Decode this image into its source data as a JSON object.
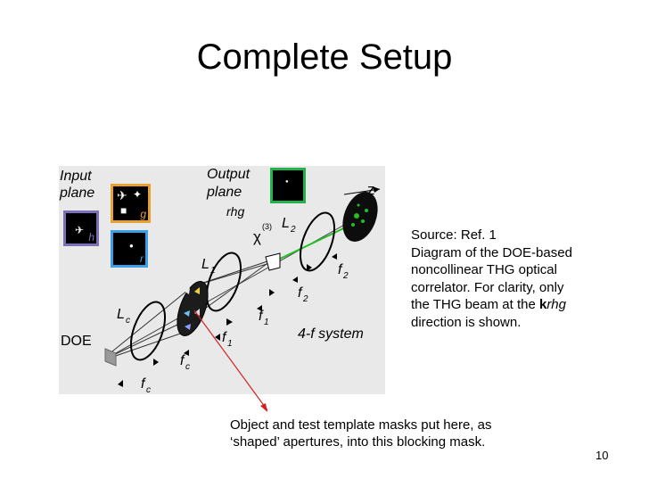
{
  "slide": {
    "title": "Complete Setup",
    "page_number": "10"
  },
  "figure": {
    "input_label_line1": "Input",
    "input_label_line2": "plane",
    "output_label_line1": "Output",
    "output_label_line2": "plane",
    "rhg_label": "rhg",
    "z_label": "z",
    "chi_label": "χ",
    "chi_superscript": "(3)",
    "l2_label": "L",
    "l2_sub": "2",
    "l1_label": "L",
    "l1_sub": "1",
    "lc_label": "L",
    "lc_sub": "c",
    "doe_label": "DOE",
    "f2_label": "f",
    "f2_sub": "2",
    "f1_label": "f",
    "f1_sub": "1",
    "fc_label": "f",
    "fc_sub": "c",
    "four_f_label": "4-f system",
    "box_h": "h",
    "box_g": "g",
    "box_r": "r",
    "colors": {
      "box_h": "#7b6fb8",
      "box_g": "#e8a030",
      "box_r": "#3a9fe6",
      "output_box": "#22b14c",
      "arrow": "#d42020",
      "beam": "#22c022"
    }
  },
  "caption": {
    "line1": "Source: Ref. 1",
    "line2": "Diagram of the DOE-based",
    "line3": "noncollinear THG optical",
    "line4": "correlator. For clarity, only",
    "line5_pre": "the THG beam at the ",
    "line5_bold": "k",
    "line5_italic": "rhg",
    "line6": "direction is shown."
  },
  "note": {
    "line1": "Object and test template masks put here, as",
    "line2": "‘shaped’ apertures, into this blocking mask."
  }
}
